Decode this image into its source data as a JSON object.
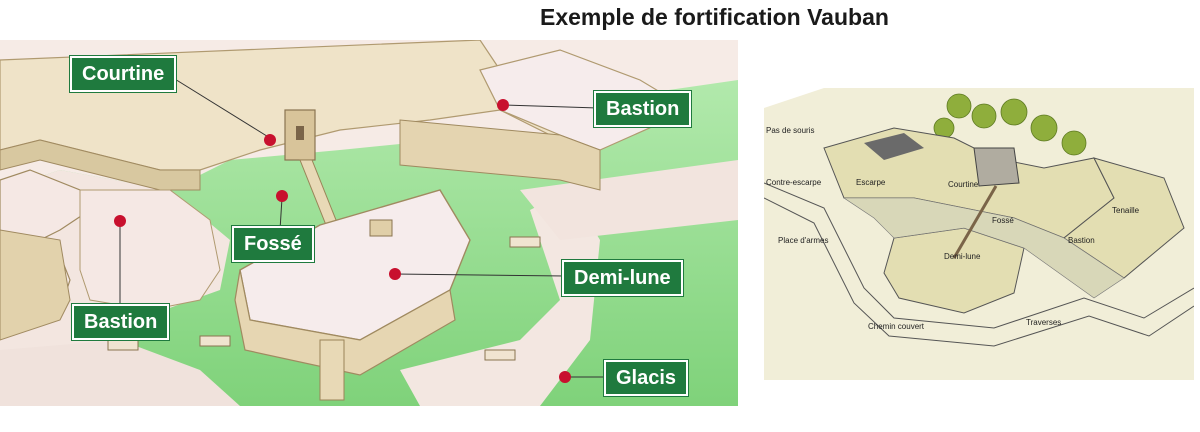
{
  "title": "Exemple de fortification Vauban",
  "left_labels": {
    "courtine": "Courtine",
    "bastion_right": "Bastion",
    "fosse": "Fossé",
    "demi_lune": "Demi-lune",
    "bastion_left": "Bastion",
    "glacis": "Glacis"
  },
  "right_labels": {
    "pas_de_souris": "Pas de souris",
    "contre_escarpe": "Contre-escarpe",
    "escarpe": "Escarpe",
    "courtine": "Courtine",
    "tenaille": "Tenaille",
    "place_d_armes": "Place d'armes",
    "demi_lune": "Demi-lune",
    "bastion": "Bastion",
    "chemin_couvert": "Chemin couvert",
    "traverses": "Traverses",
    "fosse": "Fossé"
  },
  "colors": {
    "label_bg": "#1f7a3e",
    "marker": "#c8102e",
    "grass": "#8fd68f",
    "ground": "#f3e6e0",
    "wall": "#e9dcc0"
  }
}
